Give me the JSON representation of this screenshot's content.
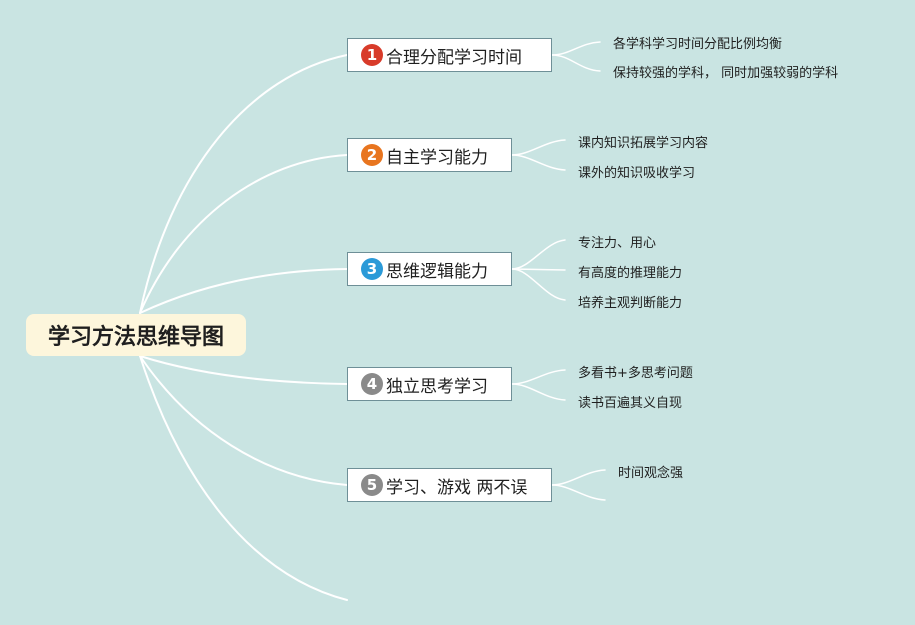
{
  "central": {
    "title": "学习方法思维导图"
  },
  "colors": {
    "background": "#c9e4e2",
    "line": "#ffffff",
    "central_fill": "#fdf6dc",
    "topic_border": "#6e8f97"
  },
  "topics": [
    {
      "number": "1",
      "label": "合理分配学习时间",
      "badge_color": "#d83b2a",
      "subtopics": [
        "各学科学习时间分配比例均衡",
        "保持较强的学科， 同时加强较弱的学科"
      ]
    },
    {
      "number": "2",
      "label": "自主学习能力",
      "badge_color": "#e8751f",
      "subtopics": [
        "课内知识拓展学习内容",
        "课外的知识吸收学习"
      ]
    },
    {
      "number": "3",
      "label": "思维逻辑能力",
      "badge_color": "#2b9ad8",
      "subtopics": [
        "专注力、用心",
        "有高度的推理能力",
        "培养主观判断能力"
      ]
    },
    {
      "number": "4",
      "label": "独立思考学习",
      "badge_color": "#8a8a8a",
      "subtopics": [
        "多看书+多思考问题",
        "读书百遍其义自现"
      ]
    },
    {
      "number": "5",
      "label": "学习、游戏 两不误",
      "badge_color": "#8a8a8a",
      "subtopics": [
        "时间观念强"
      ]
    }
  ]
}
